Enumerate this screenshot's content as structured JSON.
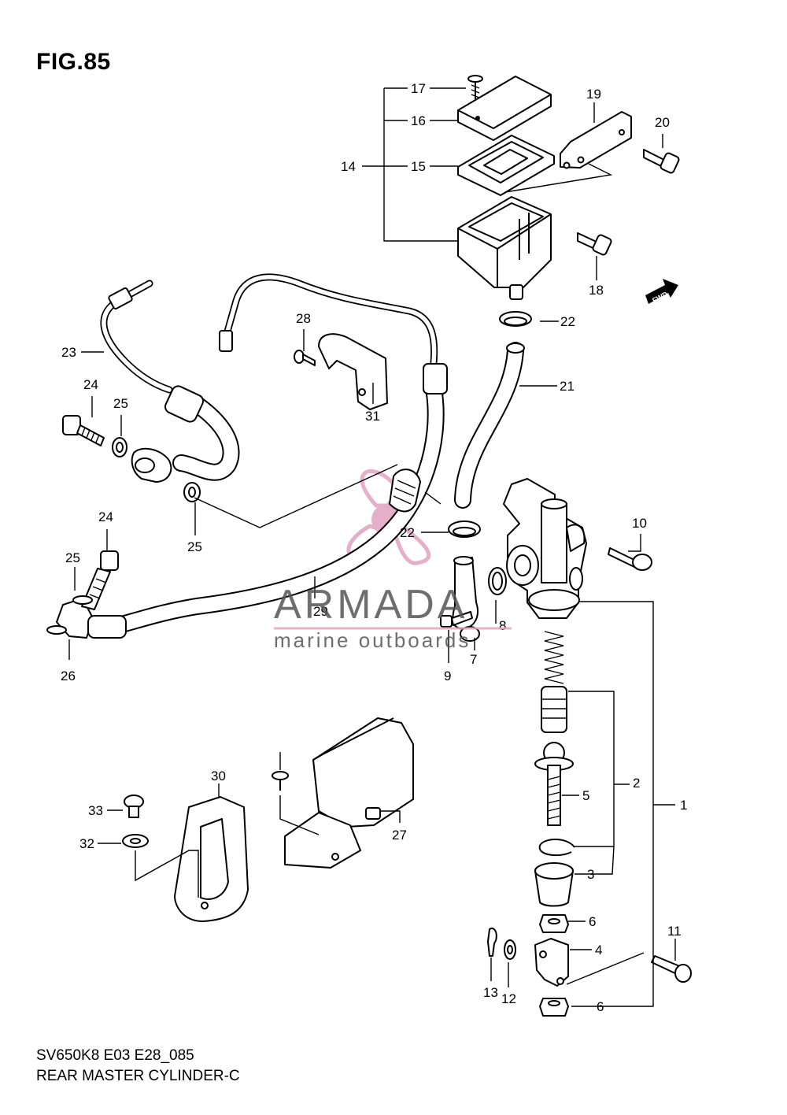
{
  "figure": {
    "title": "FIG.85",
    "model_code": "SV650K8 E03 E28_085",
    "caption": "REAR MASTER CYLINDER-C"
  },
  "watermark": {
    "brand": "ARMADA",
    "tagline": "marine outboards",
    "accent_color": "#e3a6c4"
  },
  "fwd_marker": "FWD",
  "callouts": [
    "1",
    "2",
    "3",
    "4",
    "5",
    "6",
    "6",
    "7",
    "8",
    "9",
    "10",
    "11",
    "12",
    "13",
    "14",
    "15",
    "16",
    "17",
    "18",
    "19",
    "20",
    "21",
    "22",
    "22",
    "23",
    "24",
    "24",
    "25",
    "25",
    "25",
    "26",
    "27",
    "28",
    "29",
    "30",
    "31",
    "32",
    "33"
  ]
}
